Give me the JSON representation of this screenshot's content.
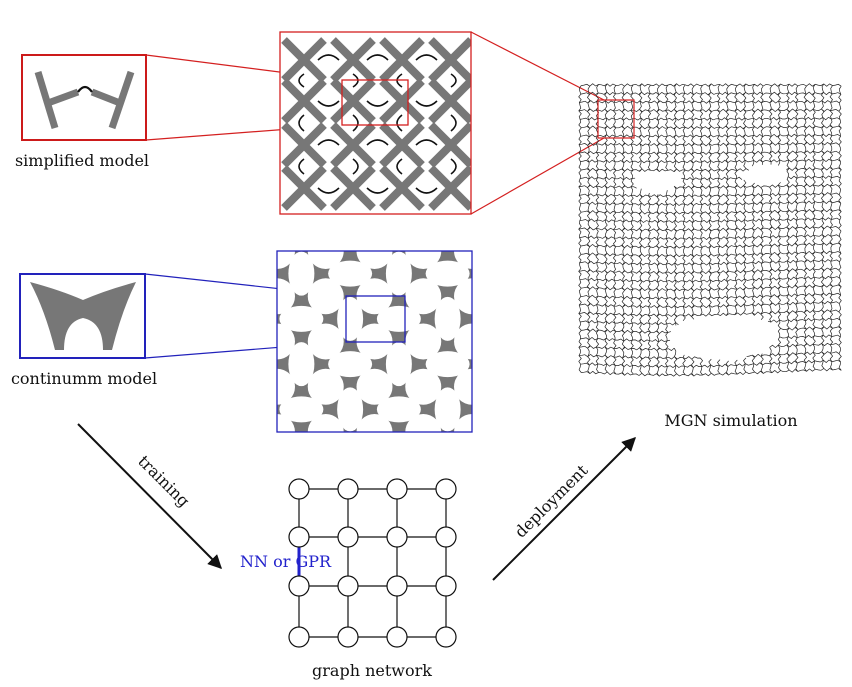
{
  "labels": {
    "simplified_model": "simplified model",
    "continuum_model": "continumm model",
    "training": "training",
    "deployment": "deployment",
    "graph_network": "graph network",
    "mgn_simulation": "MGN simulation",
    "edge_model": "NN or GPR"
  },
  "colors": {
    "simplified_accent": "#d42020",
    "continuum_accent": "#2222bb",
    "edge_label": "#2222cc",
    "material": "#777777",
    "ink": "#111111"
  },
  "graph": {
    "rows": 4,
    "cols": 4
  }
}
